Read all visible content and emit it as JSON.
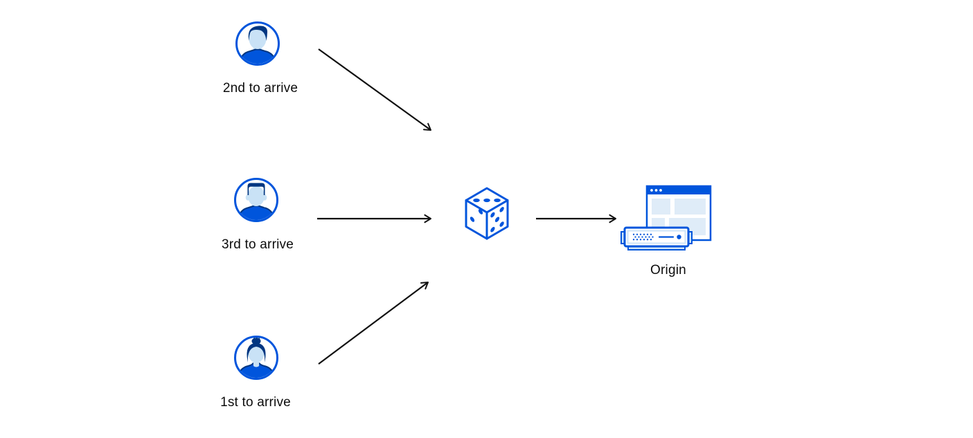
{
  "diagram": {
    "clients": [
      {
        "label": "2nd to arrive",
        "icon": "user-avatar-man-quiff-icon"
      },
      {
        "label": "3rd to arrive",
        "icon": "user-avatar-man-flattop-icon"
      },
      {
        "label": "1st to arrive",
        "icon": "user-avatar-woman-bun-icon"
      }
    ],
    "router": {
      "icon": "dice-icon"
    },
    "origin": {
      "label": "Origin",
      "icon": "origin-server-browser-icon"
    },
    "arrows": [
      {
        "from": "client-2nd-to-arrive",
        "to": "dice"
      },
      {
        "from": "client-3rd-to-arrive",
        "to": "dice"
      },
      {
        "from": "client-1st-to-arrive",
        "to": "dice"
      },
      {
        "from": "dice",
        "to": "origin"
      }
    ],
    "colors": {
      "accent_blue": "#0055dc",
      "dark_navy": "#003681",
      "light_blue_fill": "#c9e2f6",
      "pale_blue_fill": "#dfecf8",
      "arrow_black": "#111111"
    }
  }
}
